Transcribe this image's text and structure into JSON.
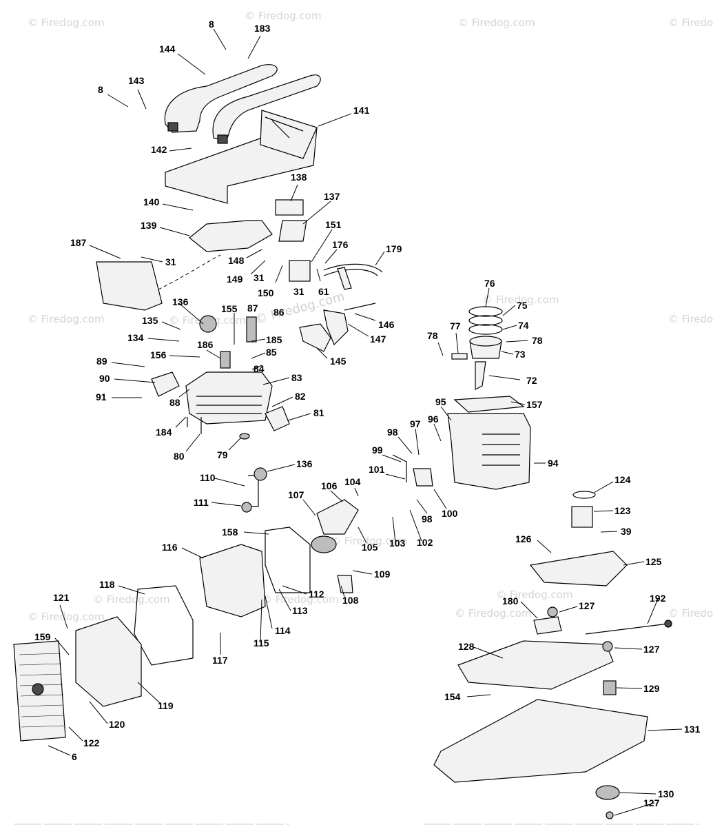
{
  "watermarks": [
    "© Firedog.com",
    "© Firedog.com",
    "© Firedog.com",
    "© Firedog.com",
    "© Firedog.com",
    "© Firedog.com",
    "© Firedog.com",
    "© Firedog.com",
    "© Firedog.com",
    "© Firedog.com",
    "© Firedog.com",
    "© Firedog.com",
    "© Firedog.com",
    "© Firedog.com",
    "© Firedog.com"
  ],
  "center_watermark": "© Firedog.com",
  "callouts": [
    "8",
    "183",
    "144",
    "8",
    "143",
    "141",
    "142",
    "138",
    "140",
    "137",
    "139",
    "151",
    "176",
    "179",
    "187",
    "31",
    "148",
    "149",
    "31",
    "150",
    "31",
    "61",
    "136",
    "155",
    "87",
    "86",
    "135",
    "134",
    "186",
    "185",
    "146",
    "147",
    "145",
    "156",
    "85",
    "89",
    "84",
    "83",
    "90",
    "88",
    "91",
    "82",
    "81",
    "184",
    "80",
    "79",
    "76",
    "75",
    "77",
    "74",
    "78",
    "78",
    "73",
    "72",
    "95",
    "157",
    "98",
    "97",
    "96",
    "99",
    "94",
    "101",
    "98",
    "100",
    "104",
    "106",
    "107",
    "110",
    "136",
    "111",
    "105",
    "103",
    "102",
    "124",
    "123",
    "39",
    "158",
    "116",
    "109",
    "126",
    "125",
    "112",
    "108",
    "113",
    "118",
    "121",
    "114",
    "115",
    "117",
    "159",
    "119",
    "120",
    "122",
    "6",
    "127",
    "180",
    "192",
    "128",
    "127",
    "129",
    "154",
    "131",
    "130",
    "127"
  ]
}
